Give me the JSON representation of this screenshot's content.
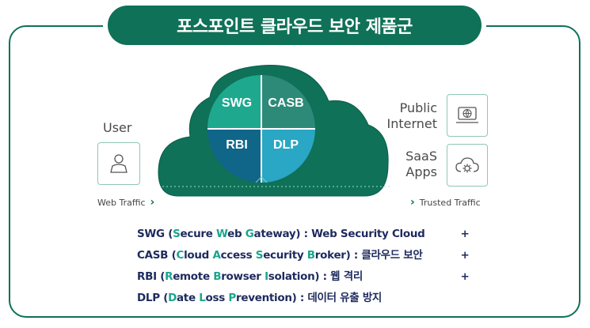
{
  "title": "포스포인트 클라우드 보안 제품군",
  "user_label": "User",
  "public_label_line1": "Public",
  "public_label_line2": "Internet",
  "saas_label_line1": "SaaS",
  "saas_label_line2": "Apps",
  "web_traffic": "Web Traffic",
  "trusted_traffic": "Trusted Traffic",
  "quadrants": {
    "swg": "SWG",
    "casb": "CASB",
    "rbi": "RBI",
    "dlp": "DLP"
  },
  "colors": {
    "brand": "#0f7158",
    "swg": "#1ea98f",
    "casb": "#2e8a78",
    "rbi": "#0f6688",
    "dlp": "#29a7c4",
    "legend_text": "#1e2a5e",
    "highlight": "#1aa58b"
  },
  "legend": [
    {
      "parts": [
        {
          "t": "SWG (",
          "h": false
        },
        {
          "t": "S",
          "h": true
        },
        {
          "t": "ecure ",
          "h": false
        },
        {
          "t": "W",
          "h": true
        },
        {
          "t": "eb ",
          "h": false
        },
        {
          "t": "G",
          "h": true
        },
        {
          "t": "ateway)  : Web Security Cloud",
          "h": false
        }
      ],
      "plus": "+"
    },
    {
      "parts": [
        {
          "t": "CASB (",
          "h": false
        },
        {
          "t": "C",
          "h": true
        },
        {
          "t": "loud ",
          "h": false
        },
        {
          "t": "A",
          "h": true
        },
        {
          "t": "ccess ",
          "h": false
        },
        {
          "t": "S",
          "h": true
        },
        {
          "t": "ecurity ",
          "h": false
        },
        {
          "t": "B",
          "h": true
        },
        {
          "t": "roker) : 클라우드 보안",
          "h": false
        }
      ],
      "plus": "+"
    },
    {
      "parts": [
        {
          "t": "RBI (",
          "h": false
        },
        {
          "t": "R",
          "h": true
        },
        {
          "t": "emote ",
          "h": false
        },
        {
          "t": "B",
          "h": true
        },
        {
          "t": "rowser ",
          "h": false
        },
        {
          "t": "I",
          "h": true
        },
        {
          "t": "solation) : 웹 격리",
          "h": false
        }
      ],
      "plus": "+"
    },
    {
      "parts": [
        {
          "t": "DLP (",
          "h": false
        },
        {
          "t": "D",
          "h": true
        },
        {
          "t": "ate ",
          "h": false
        },
        {
          "t": "L",
          "h": true
        },
        {
          "t": "oss ",
          "h": false
        },
        {
          "t": "P",
          "h": true
        },
        {
          "t": "revention) : 데이터 유출 방지",
          "h": false
        }
      ],
      "plus": ""
    }
  ],
  "icons": {
    "user": "user-icon",
    "public": "laptop-globe-icon",
    "saas": "cloud-gear-icon"
  }
}
